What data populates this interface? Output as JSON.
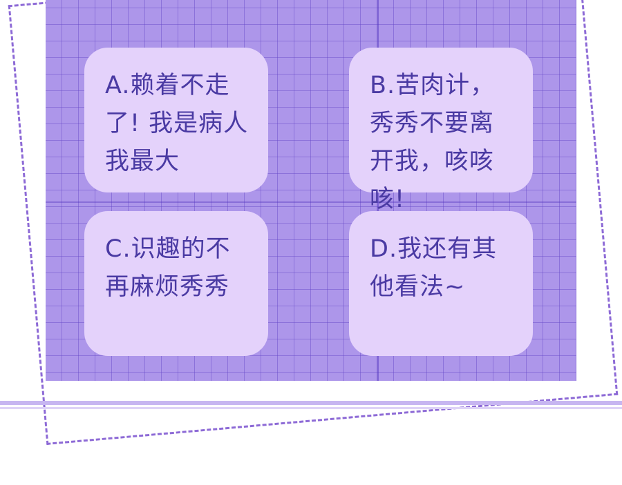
{
  "options": [
    {
      "label": "A.赖着不走了! 我是病人我最大"
    },
    {
      "label": "B.苦肉计，秀秀不要离开我，咳咳咳!"
    },
    {
      "label": "C.识趣的不再麻烦秀秀"
    },
    {
      "label": "D.我还有其他看法~"
    }
  ],
  "colors": {
    "panel": "#ad96ea",
    "card": "#e4d2fb",
    "text": "#4a3aa3",
    "dashed_border": "#8d6ad6"
  }
}
